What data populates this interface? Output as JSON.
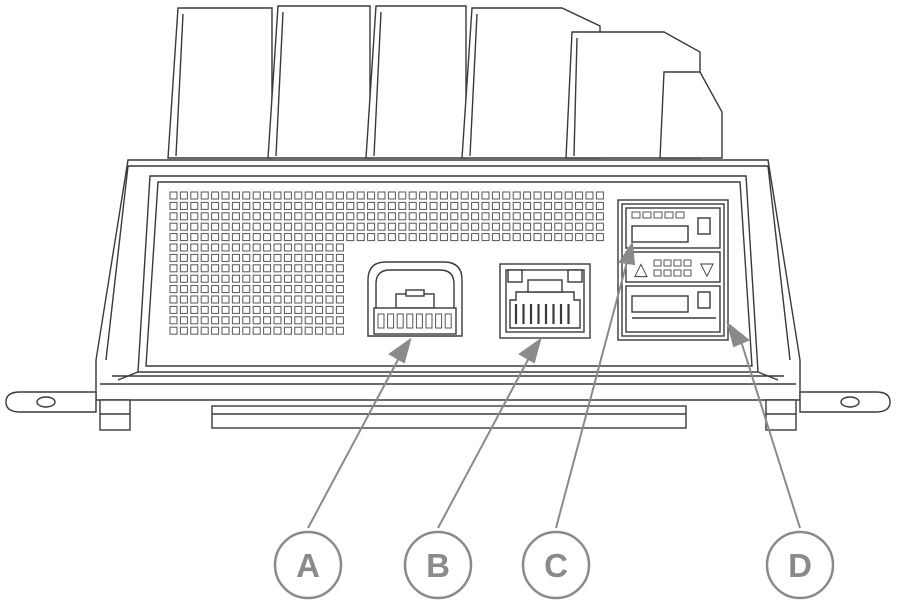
{
  "callouts": [
    {
      "label": "A"
    },
    {
      "label": "B"
    },
    {
      "label": "C"
    },
    {
      "label": "D"
    }
  ],
  "colors": {
    "line": "#3a3a3a",
    "callout": "#8a8a8a",
    "background": "#ffffff"
  },
  "usb_panel": {
    "up_arrow": "△",
    "down_arrow": "▽"
  }
}
